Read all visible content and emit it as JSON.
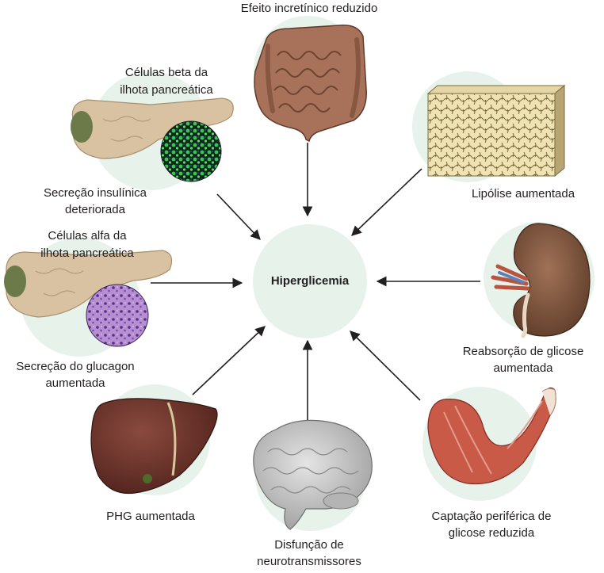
{
  "center": {
    "label": "Hiperglicemia"
  },
  "nodes": {
    "incretin": {
      "label": "Efeito incretínico reduzido",
      "icon": "intestine-icon"
    },
    "beta": {
      "top_label_1": "Células beta da",
      "top_label_2": "ilhota pancreática",
      "label_1": "Secreção insulínica",
      "label_2": "deteriorada",
      "icon": "pancreas-beta-cells-icon"
    },
    "alpha": {
      "top_label_1": "Células alfa da",
      "top_label_2": "ilhota pancreática",
      "label_1": "Secreção do glucagon",
      "label_2": "aumentada",
      "icon": "pancreas-alpha-cells-icon"
    },
    "lipolysis": {
      "label": "Lipólise aumentada",
      "icon": "adipose-tissue-icon"
    },
    "kidney": {
      "label_1": "Reabsorção de glicose",
      "label_2": "aumentada",
      "icon": "kidney-icon"
    },
    "liver": {
      "label": "PHG aumentada",
      "icon": "liver-icon"
    },
    "brain": {
      "label_1": "Disfunção de",
      "label_2": "neurotransmissores",
      "icon": "brain-icon"
    },
    "muscle": {
      "label_1": "Captação periférica de",
      "label_2": "glicose reduzida",
      "icon": "muscle-icon"
    }
  },
  "colors": {
    "halo": "#e6f2ea",
    "arrow": "#231f20",
    "text": "#231f20"
  }
}
